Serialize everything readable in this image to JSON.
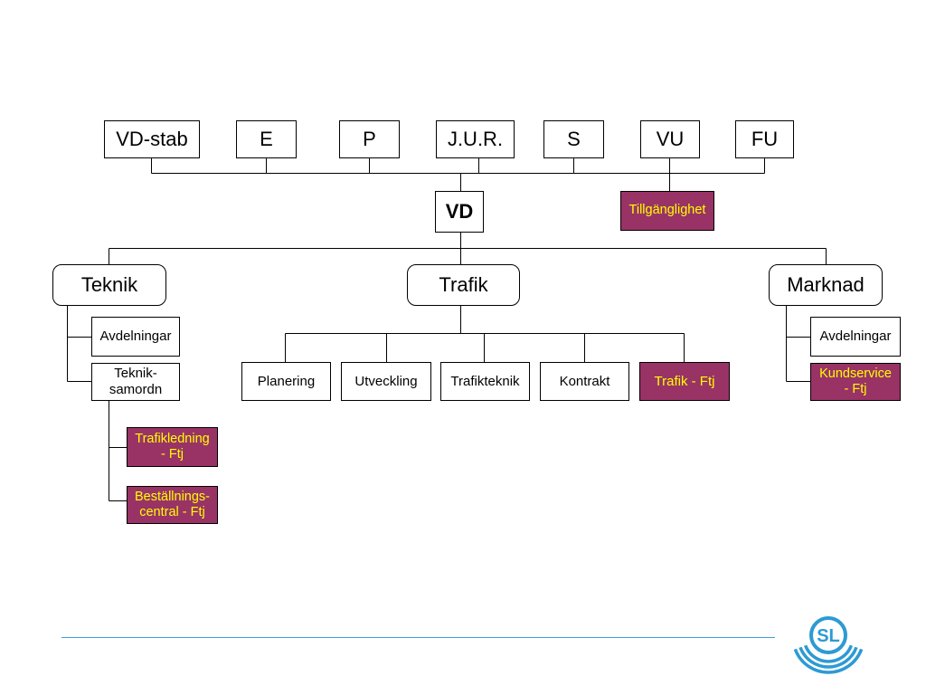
{
  "top_units": [
    "VD-stab",
    "E",
    "P",
    "J.U.R.",
    "S",
    "VU",
    "FU"
  ],
  "ceo": "VD",
  "ceo_support": "Tillgänglighet",
  "divisions": {
    "teknik": {
      "label": "Teknik",
      "units": [
        "Avdelningar",
        "Teknik-\nsamordn"
      ],
      "subunits": [
        "Trafikledning\n- Ftj",
        "Beställnings-\ncentral - Ftj"
      ]
    },
    "trafik": {
      "label": "Trafik",
      "units": [
        "Planering",
        "Utveckling",
        "Trafikteknik",
        "Kontrakt",
        "Trafik - Ftj"
      ]
    },
    "marknad": {
      "label": "Marknad",
      "units": [
        "Avdelningar",
        "Kundservice\n- Ftj"
      ]
    }
  },
  "logo": {
    "text": "SL",
    "icon": "sl-logo-icon"
  },
  "colors": {
    "ftj_fill": "#993366",
    "ftj_text": "#FFFF00",
    "box_border": "#000000",
    "connector": "#000000",
    "footer_rule": "#3AA3D6",
    "logo": "#2D9AD3"
  }
}
